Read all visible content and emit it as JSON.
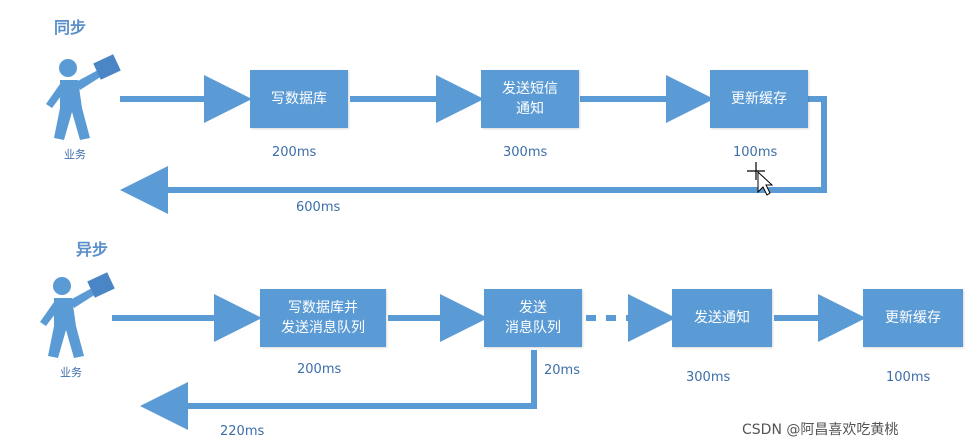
{
  "sync": {
    "title": "同步",
    "actor_label": "业务",
    "steps": [
      {
        "label": "写数据库",
        "time": "200ms"
      },
      {
        "label": "发送短信\n通知",
        "time": "300ms"
      },
      {
        "label": "更新缓存",
        "time": "100ms"
      }
    ],
    "total_time": "600ms"
  },
  "async": {
    "title": "异步",
    "actor_label": "业务",
    "steps": [
      {
        "label": "写数据库并\n发送消息队列",
        "time": "200ms"
      },
      {
        "label": "发送\n消息队列",
        "time": "20ms"
      },
      {
        "label": "发送通知",
        "time": "300ms"
      },
      {
        "label": "更新缓存",
        "time": "100ms"
      }
    ],
    "total_time": "220ms"
  },
  "watermark": "CSDN @阿昌喜欢吃黄桃",
  "colors": {
    "arrow": "#5b9bd5",
    "box": "#5b9bd5",
    "text": "#3d6ea8"
  }
}
